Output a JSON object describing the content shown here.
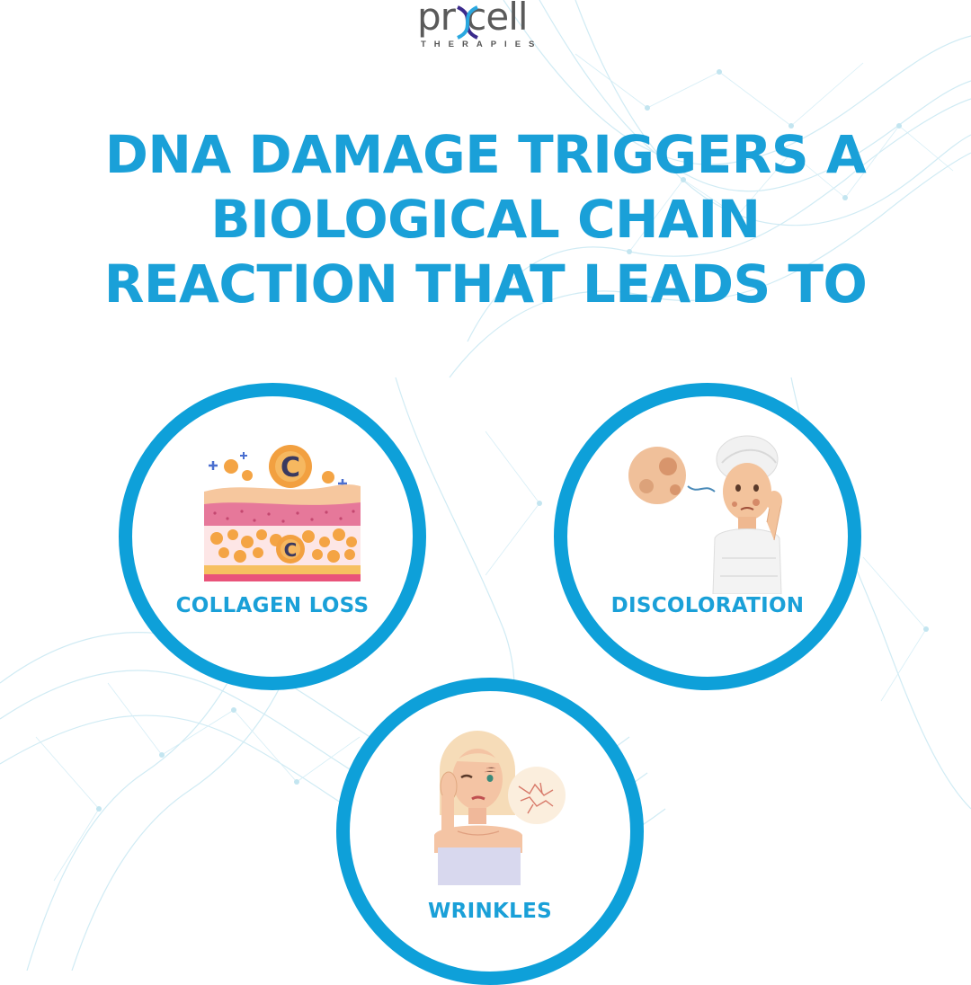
{
  "brand": {
    "name": "pr  cell",
    "subtitle": "THERAPIES"
  },
  "headline": {
    "lines": [
      "DNA DAMAGE TRIGGERS A",
      "BIOLOGICAL CHAIN",
      "REACTION THAT LEADS TO"
    ]
  },
  "effects": [
    {
      "label": "COLLAGEN LOSS",
      "icon": "collagen-skin-layers-icon"
    },
    {
      "label": "DISCOLORATION",
      "icon": "woman-with-dark-spot-icon"
    },
    {
      "label": "WRINKLES",
      "icon": "woman-with-wrinkles-icon"
    }
  ],
  "colors": {
    "accent": "#1aa0d8",
    "ring": "#0ea0d9",
    "mesh": "#bfe6f2"
  }
}
